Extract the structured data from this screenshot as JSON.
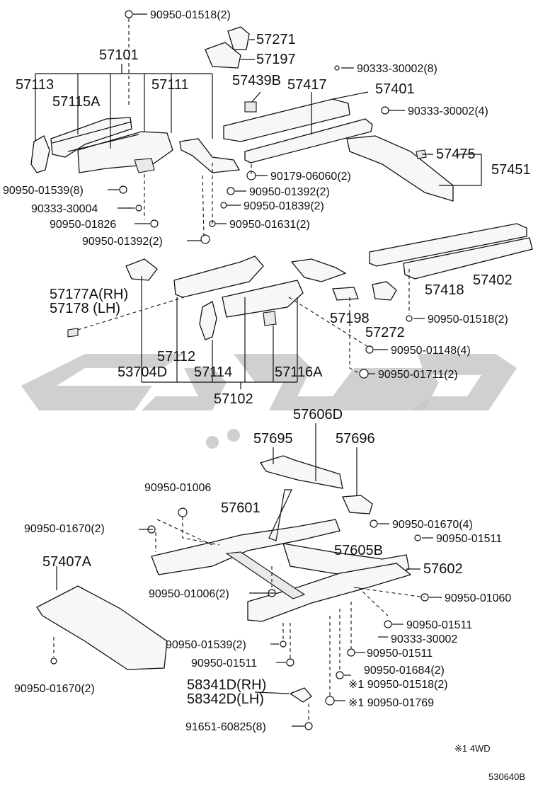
{
  "watermark": "gray brush-stroke logo",
  "labels": {
    "p90950_01518_2_top": "90950-01518(2)",
    "p57271": "57271",
    "p57197": "57197",
    "p57101": "57101",
    "p57113": "57113",
    "p57115A": "57115A",
    "p57111": "57111",
    "p57439B": "57439B",
    "p57417": "57417",
    "p57401": "57401",
    "p90333_30002_8": "90333-30002(8)",
    "p90333_30002_4": "90333-30002(4)",
    "p57475": "57475",
    "p57451": "57451",
    "p90179_06060_2": "90179-06060(2)",
    "p90950_01392_2_a": "90950-01392(2)",
    "p90950_01839_2": "90950-01839(2)",
    "p90950_01631_2": "90950-01631(2)",
    "p90950_01539_8": "90950-01539(8)",
    "p90333_30004": "90333-30004",
    "p90950_01826": "90950-01826",
    "p90950_01392_2_b": "90950-01392(2)",
    "p57177A": "57177A(RH)",
    "p57178": "57178  (LH)",
    "p57418": "57418",
    "p57402": "57402",
    "p57198": "57198",
    "p57272": "57272",
    "p90950_01518_2_mid": "90950-01518(2)",
    "p90950_01148_4": "90950-01148(4)",
    "p90950_01711_2": "90950-01711(2)",
    "p57112": "57112",
    "p53704D": "53704D",
    "p57114": "57114",
    "p57116A": "57116A",
    "p57102": "57102",
    "p57606D": "57606D",
    "p57695": "57695",
    "p57696": "57696",
    "p90950_01006": "90950-01006",
    "p57601": "57601",
    "p90950_01670_2_left": "90950-01670(2)",
    "p90950_01670_4": "90950-01670(4)",
    "p90950_01511_a": "90950-01511",
    "p57605B": "57605B",
    "p57602": "57602",
    "p57407A": "57407A",
    "p90950_01006_2": "90950-01006(2)",
    "p90950_01060": "90950-01060",
    "p90950_01511_b": "90950-01511",
    "p90333_30002": "90333-30002",
    "p90950_01539_2": "90950-01539(2)",
    "p90950_01511_c": "90950-01511",
    "p90950_01511_d": "90950-01511",
    "p90950_01684_2": "90950-01684(2)",
    "p90950_01518_2_low": "※1 90950-01518(2)",
    "p90950_01670_2_bottom": "90950-01670(2)",
    "p58341D": "58341D(RH)",
    "p58342D": "58342D(LH)",
    "p90950_01769": "※1 90950-01769",
    "p91651_60825_8": "91651-60825(8)",
    "footnote": "※1  4WD",
    "figure_code": "530640B"
  }
}
